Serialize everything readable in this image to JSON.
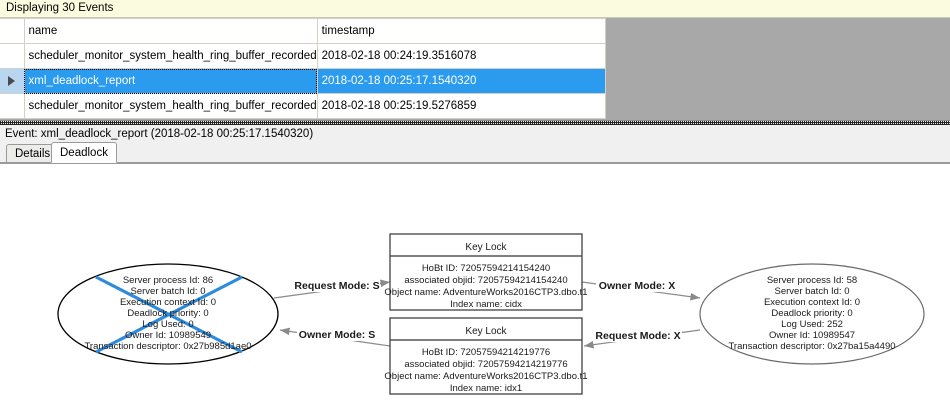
{
  "status_strip": {
    "text": "Displaying 30 Events"
  },
  "grid": {
    "columns": [
      "",
      "name",
      "timestamp"
    ],
    "rows": [
      {
        "selector": "",
        "name": "scheduler_monitor_system_health_ring_buffer_recorded",
        "timestamp": "2018-02-18 00:24:19.3516078",
        "selected": false
      },
      {
        "selector": "current-row-arrow",
        "name": "xml_deadlock_report",
        "timestamp": "2018-02-18 00:25:17.1540320",
        "selected": true
      },
      {
        "selector": "",
        "name": "scheduler_monitor_system_health_ring_buffer_recorded",
        "timestamp": "2018-02-18 00:25:19.5276859",
        "selected": false
      }
    ]
  },
  "event_header": {
    "text": "Event: xml_deadlock_report (2018-02-18 00:25:17.1540320)"
  },
  "tabs": [
    {
      "label": "Details",
      "active": false
    },
    {
      "label": "Deadlock",
      "active": true
    }
  ],
  "deadlock": {
    "victim_process": {
      "lines": [
        "Server process Id: 86",
        "Server batch Id: 0",
        "Execution context Id: 0",
        "Deadlock priority: 0",
        "Log Used: 0",
        "Owner Id: 10989549",
        "Transaction descriptor: 0x27b985d1ae0"
      ],
      "is_victim": true,
      "cross_color": "#2e8bdc",
      "outline_color": "#000000"
    },
    "surviving_process": {
      "lines": [
        "Server process Id: 58",
        "Server batch Id: 0",
        "Execution context Id: 0",
        "Deadlock priority: 0",
        "Log Used: 252",
        "Owner Id: 10989547",
        "Transaction descriptor: 0x27ba15a4490"
      ],
      "is_victim": false,
      "outline_color": "#6b6b6b"
    },
    "resources": [
      {
        "title": "Key Lock",
        "lines": [
          "HoBt ID: 72057594214154240",
          "associated objid: 72057594214154240",
          "Object name: AdventureWorks2016CTP3.dbo.t1",
          "Index name: cidx"
        ]
      },
      {
        "title": "Key Lock",
        "lines": [
          "HoBt ID: 72057594214219776",
          "associated objid: 72057594214219776",
          "Object name: AdventureWorks2016CTP3.dbo.t1",
          "Index name: idx1"
        ]
      }
    ],
    "edges": [
      {
        "label": "Request Mode: S",
        "from": "victim_process",
        "to": "resource_0"
      },
      {
        "label": "Owner Mode: X",
        "from": "resource_0",
        "to": "surviving_process"
      },
      {
        "label": "Owner Mode: S",
        "from": "resource_1",
        "to": "victim_process"
      },
      {
        "label": "Request Mode: X",
        "from": "surviving_process",
        "to": "resource_1"
      }
    ]
  }
}
